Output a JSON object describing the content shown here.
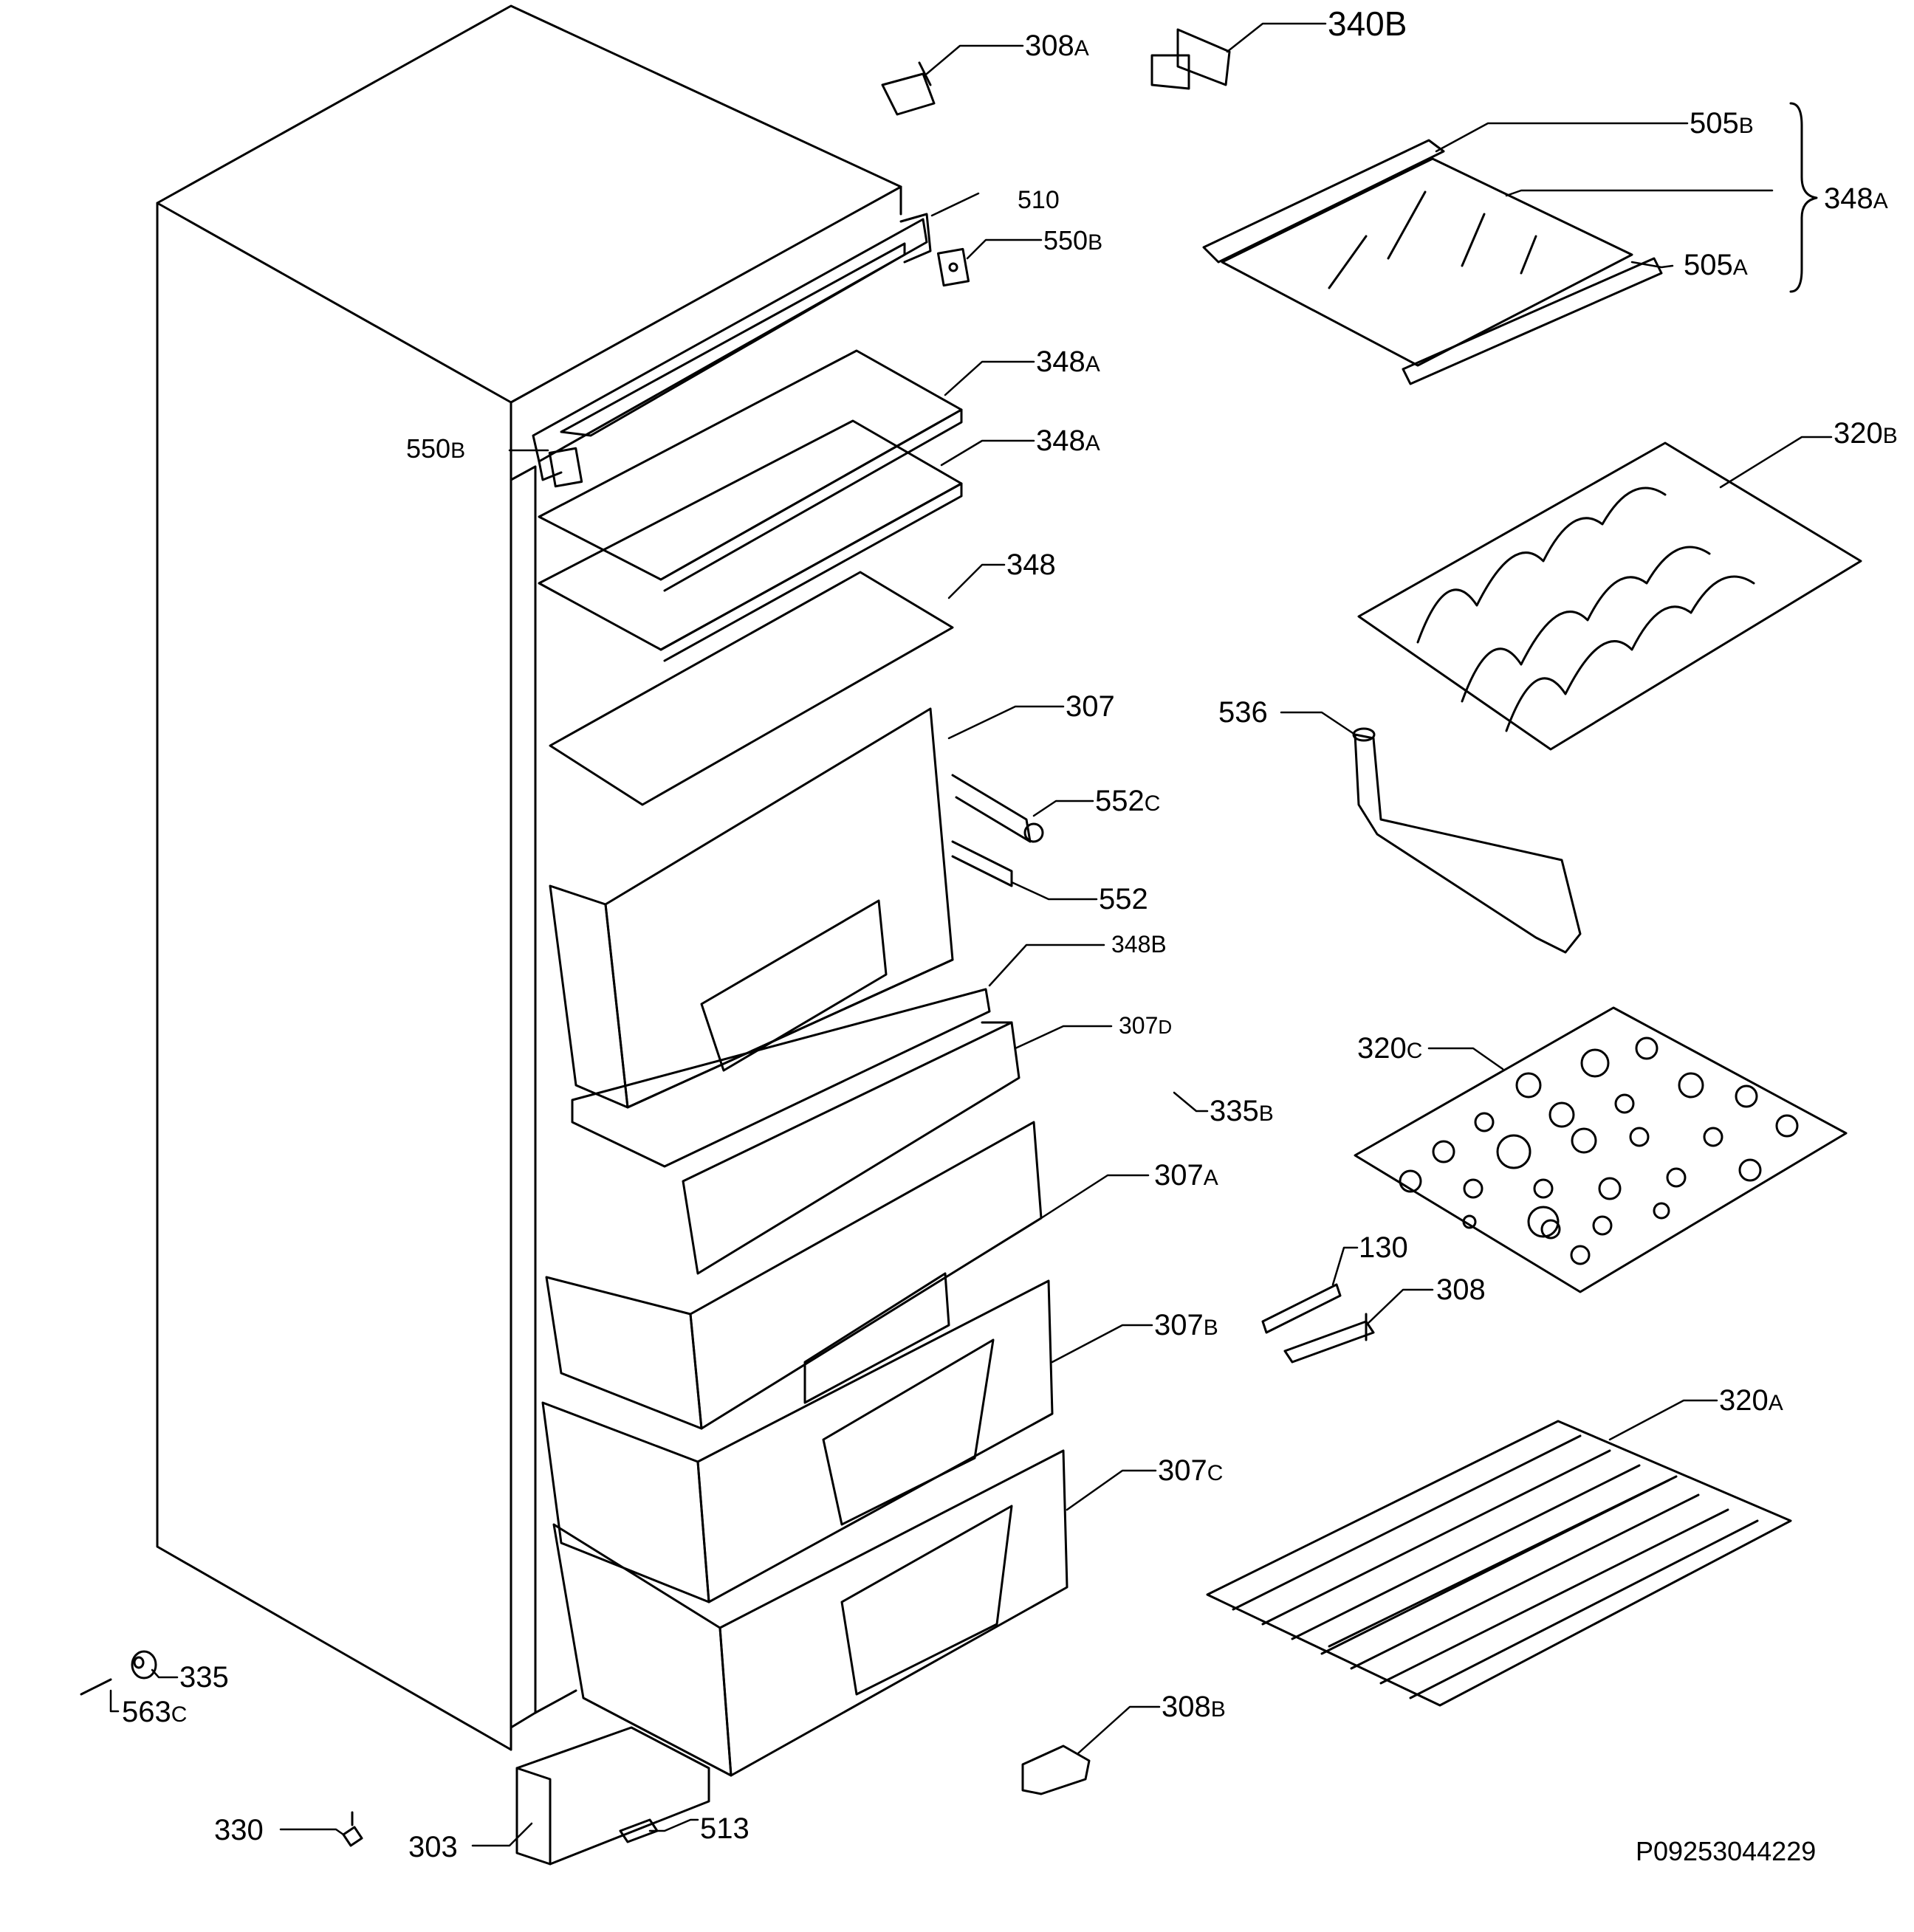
{
  "labels": {
    "l_308a": {
      "main": "308",
      "suffix": "A"
    },
    "l_340b": {
      "main": "340B",
      "suffix": ""
    },
    "l_505b": {
      "main": "505",
      "suffix": "B"
    },
    "l_348a_set": {
      "main": "348",
      "suffix": "A"
    },
    "l_505a": {
      "main": "505",
      "suffix": "A"
    },
    "l_510": {
      "main": "510",
      "suffix": ""
    },
    "l_550b_r": {
      "main": "550",
      "suffix": "B"
    },
    "l_550b_l": {
      "main": "550",
      "suffix": "B"
    },
    "l_348a_1": {
      "main": "348",
      "suffix": "A"
    },
    "l_348a_2": {
      "main": "348",
      "suffix": "A"
    },
    "l_348": {
      "main": "348",
      "suffix": ""
    },
    "l_320b": {
      "main": "320",
      "suffix": "B"
    },
    "l_536": {
      "main": "536",
      "suffix": ""
    },
    "l_307": {
      "main": "307",
      "suffix": ""
    },
    "l_552c": {
      "main": "552",
      "suffix": "C"
    },
    "l_552": {
      "main": "552",
      "suffix": ""
    },
    "l_348b": {
      "main": "348B",
      "suffix": ""
    },
    "l_307d": {
      "main": "307",
      "suffix": "D"
    },
    "l_320c": {
      "main": "320",
      "suffix": "C"
    },
    "l_335b": {
      "main": "335",
      "suffix": "B"
    },
    "l_307a": {
      "main": "307",
      "suffix": "A"
    },
    "l_130": {
      "main": "130",
      "suffix": ""
    },
    "l_308": {
      "main": "308",
      "suffix": ""
    },
    "l_307b": {
      "main": "307",
      "suffix": "B"
    },
    "l_320a": {
      "main": "320",
      "suffix": "A"
    },
    "l_307c": {
      "main": "307",
      "suffix": "C"
    },
    "l_335": {
      "main": "335",
      "suffix": ""
    },
    "l_563c": {
      "main": "563",
      "suffix": "C"
    },
    "l_308b": {
      "main": "308",
      "suffix": "B"
    },
    "l_330": {
      "main": "330",
      "suffix": ""
    },
    "l_303": {
      "main": "303",
      "suffix": ""
    },
    "l_513": {
      "main": "513",
      "suffix": ""
    }
  },
  "reference_code": "P09253044229"
}
